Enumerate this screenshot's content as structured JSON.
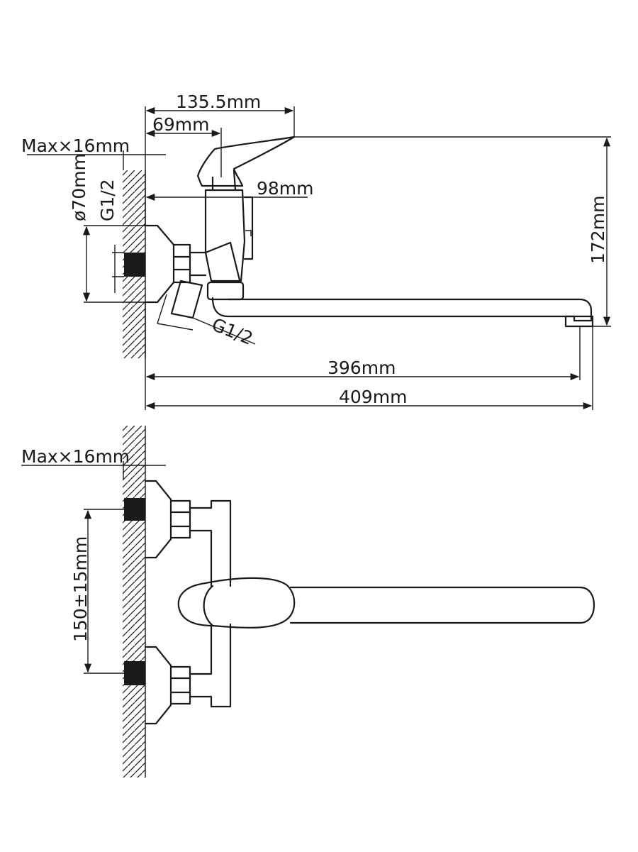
{
  "colors": {
    "ink": "#1a1a1a",
    "background": "#ffffff"
  },
  "side_view": {
    "dim_overall_handle": "135.5mm",
    "dim_body_offset": "69mm",
    "dim_wall_max": "Max×16mm",
    "dim_flange_diameter": "ø70mm",
    "dim_inlet_thread": "G1/2",
    "dim_body_depth": "98mm",
    "dim_height": "172mm",
    "dim_outlet_thread": "G1/2",
    "dim_spout_reach": "396mm",
    "dim_total_length": "409mm"
  },
  "front_view": {
    "dim_wall_max": "Max×16mm",
    "dim_inlet_spacing": "150±15mm"
  }
}
